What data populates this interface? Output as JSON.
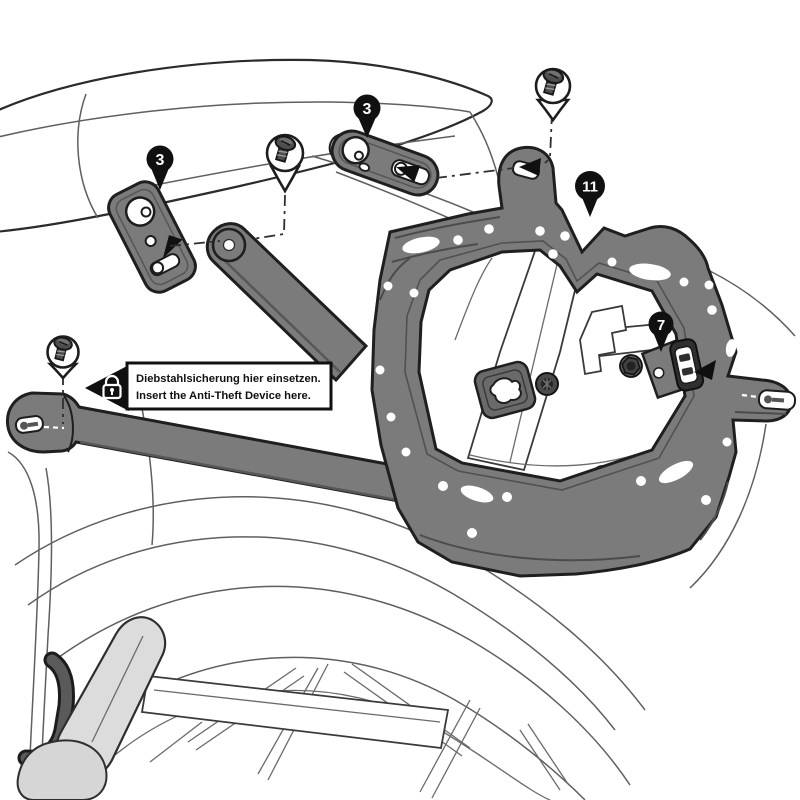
{
  "figure": {
    "type": "assembly-instruction-diagram",
    "subject": "motorcycle side case carrier mounting",
    "callouts": [
      {
        "label": "3"
      },
      {
        "label": "3"
      },
      {
        "label": "11"
      },
      {
        "label": "7"
      }
    ],
    "note": {
      "line1": "Diebstahlsicherung hier einsetzen.",
      "line2": "Insert the Anti-Theft Device here.",
      "icon": "padlock-icon"
    },
    "colors": {
      "background": "#ffffff",
      "part_gray": "#7b7b7b",
      "part_gray_dark": "#4c4c4c",
      "light_gray": "#dcdcdc",
      "outline": "#2b2b2b",
      "balloon_black": "#101010"
    }
  }
}
